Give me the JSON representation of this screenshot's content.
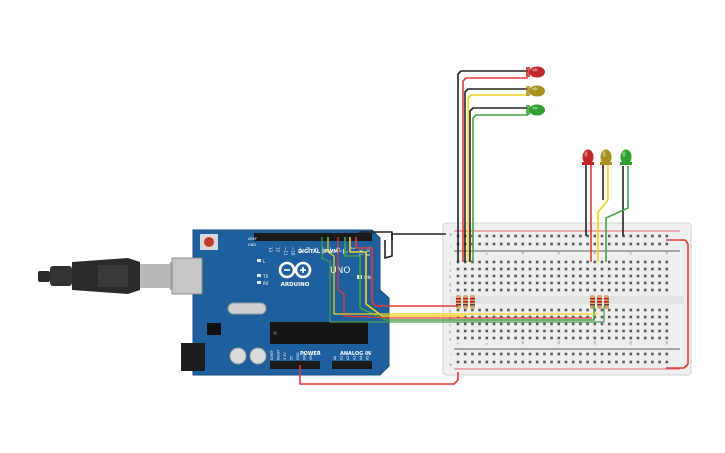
{
  "workspace": {
    "background": "#ffffff"
  },
  "arduino": {
    "brand": "ARDUINO",
    "model": "UNO",
    "digital_label": "DIGITAL (PWM~)",
    "analog_label": "ANALOG IN",
    "power_label": "POWER",
    "on_label": "ON",
    "aref_label": "AREF",
    "gnd_label": "GND",
    "l_label": "L",
    "tx_label": "TX",
    "rx_label": "RX",
    "digital_pins": [
      "13",
      "12",
      "~11",
      "~10",
      "~9",
      "8",
      "7",
      "~6",
      "~5",
      "4",
      "~3",
      "2",
      "TX 1",
      "RX 0"
    ],
    "power_pins": [
      "IOREF",
      "RESET",
      "3.3V",
      "5V",
      "GND",
      "GND",
      "VIN"
    ],
    "analog_pins": [
      "A0",
      "A1",
      "A2",
      "A3",
      "A4",
      "A5"
    ],
    "board_color": "#1f5f9e",
    "icons": [
      "usb-cable-icon",
      "reset-button-icon",
      "dc-jack-icon",
      "atmega-chip-icon",
      "infinity-logo-icon"
    ]
  },
  "breadboard": {
    "columns_top": [
      "1",
      "5",
      "10",
      "15",
      "20",
      "25",
      "30"
    ],
    "rows_left": [
      "j",
      "i",
      "h",
      "g",
      "f",
      "e",
      "d",
      "c",
      "b",
      "a"
    ],
    "rail_plus": "+",
    "rail_minus": "-"
  },
  "leds": [
    {
      "color_name": "red",
      "hex": "#c0282a"
    },
    {
      "color_name": "yellow",
      "hex": "#a8901f"
    },
    {
      "color_name": "green",
      "hex": "#2f9f2f"
    }
  ],
  "wire_colors": {
    "red": "#e53935",
    "black": "#222222",
    "yellow": "#f2d31b",
    "green": "#43a047"
  }
}
